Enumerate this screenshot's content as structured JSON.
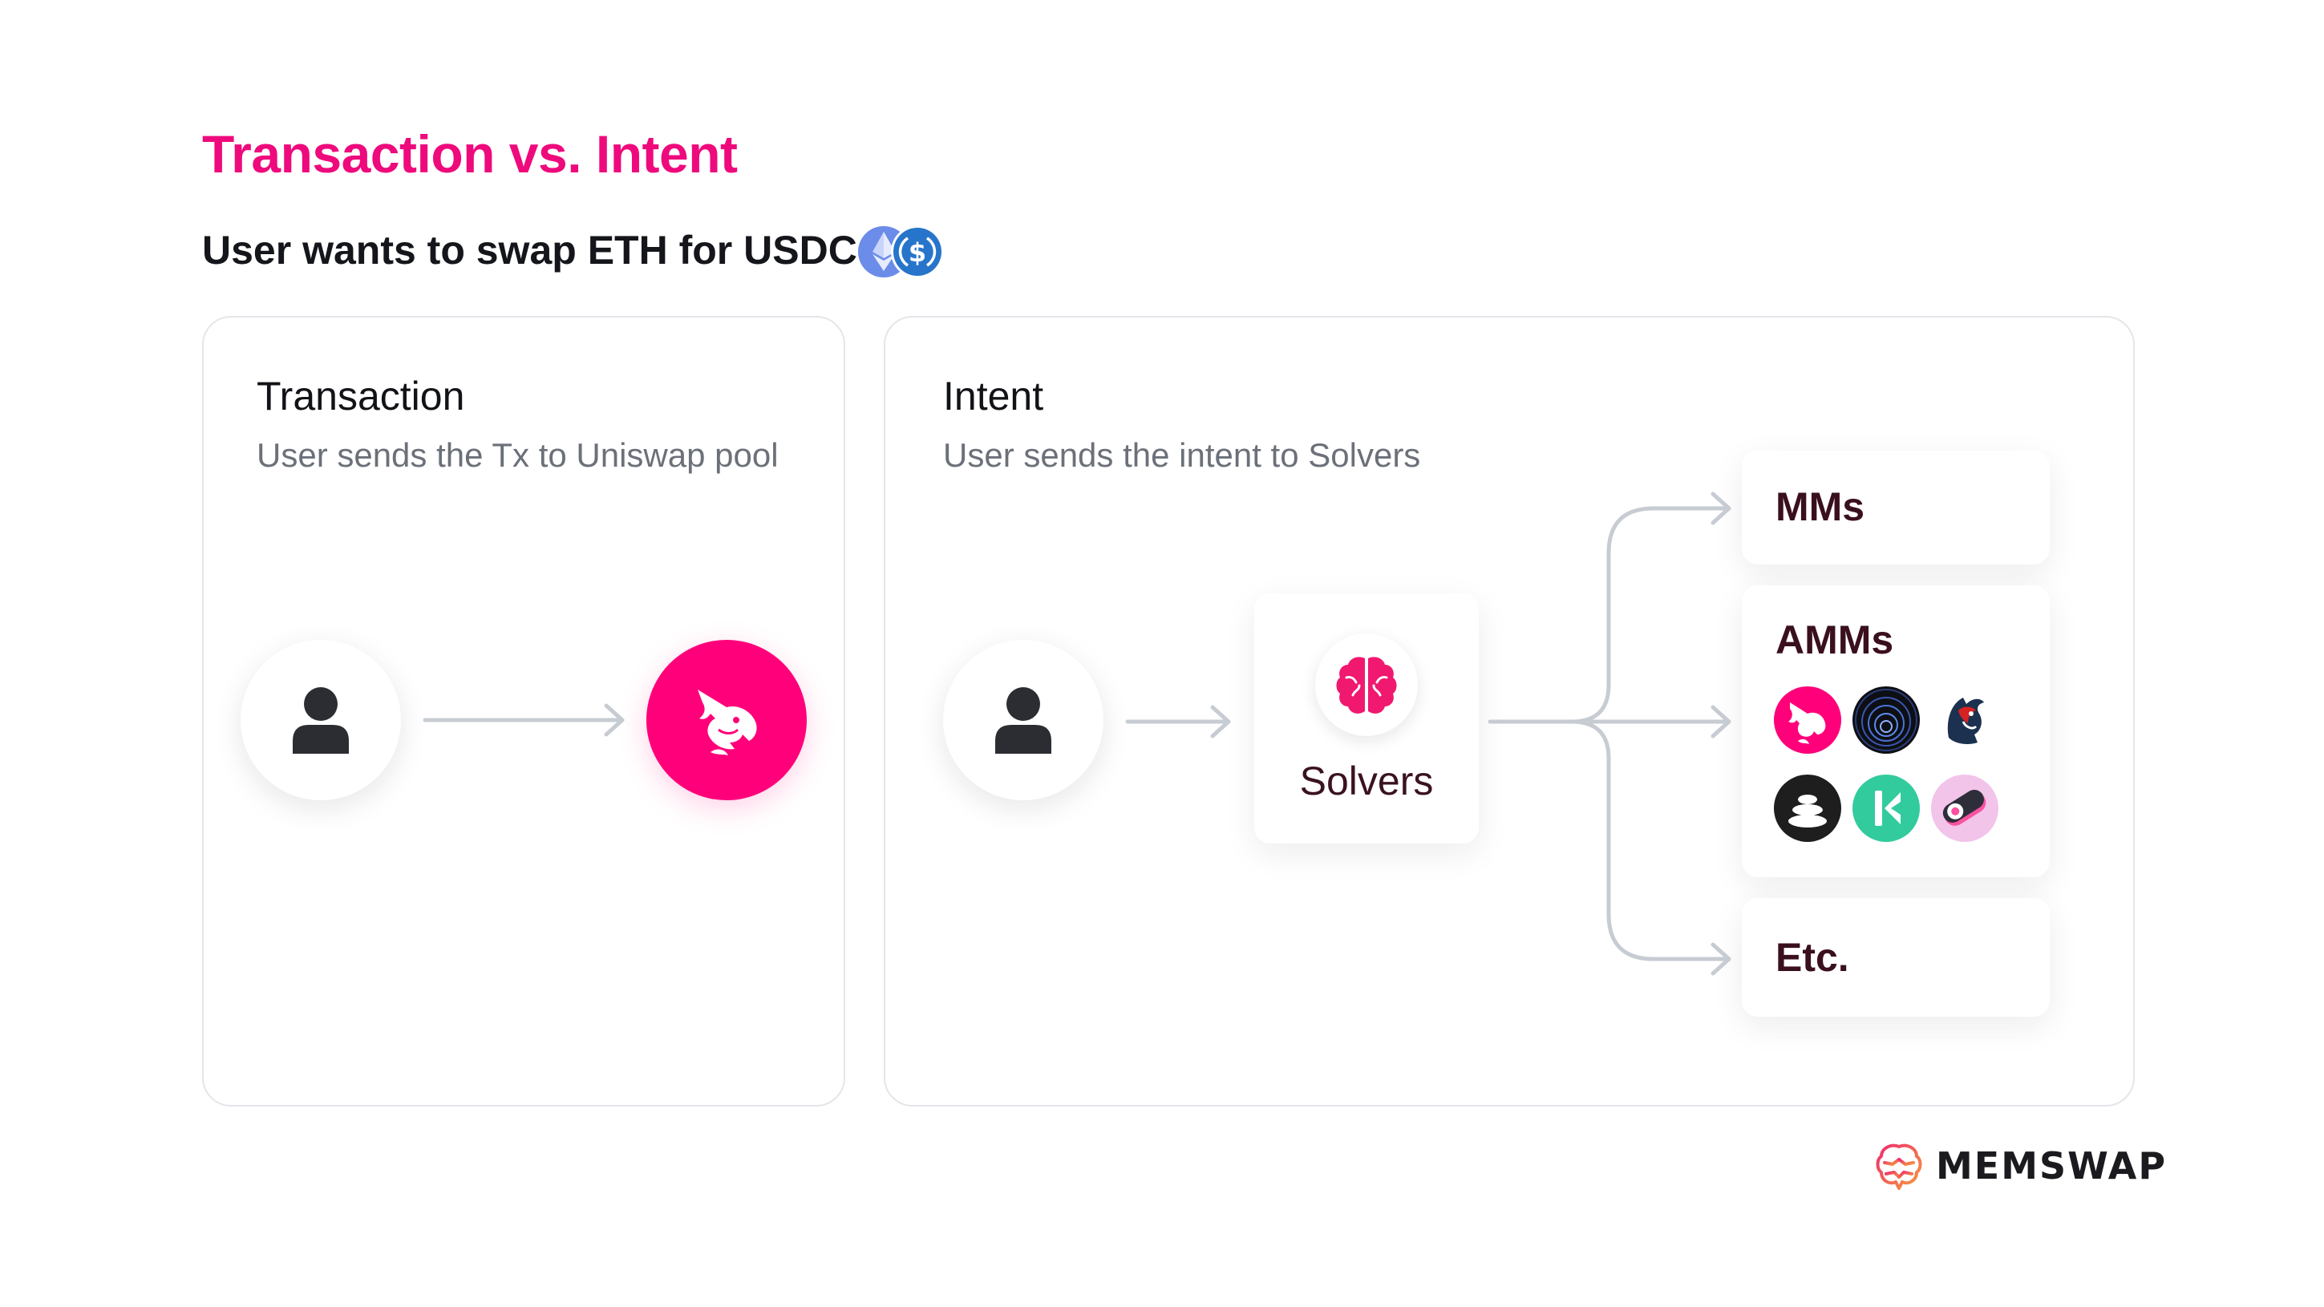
{
  "title": "Transaction vs. Intent",
  "subtitle": "User wants to swap ETH for USDC",
  "tokens": [
    "eth-icon",
    "usdc-icon"
  ],
  "transaction_panel": {
    "heading": "Transaction",
    "description": "User sends the Tx to Uniswap pool",
    "from_icon": "user-icon",
    "to_icon": "uniswap-unicorn-icon"
  },
  "intent_panel": {
    "heading": "Intent",
    "description": "User sends the intent to Solvers",
    "from_icon": "user-icon",
    "solvers": {
      "label": "Solvers",
      "icon": "brain-icon"
    },
    "destinations": [
      {
        "label": "MMs"
      },
      {
        "label": "AMMs",
        "icons": [
          "uniswap-icon",
          "curve-icon",
          "1inch-icon",
          "balancer-icon",
          "kyber-icon",
          "sushi-icon"
        ]
      },
      {
        "label": "Etc."
      }
    ]
  },
  "brand": {
    "name": "MEMSWAP",
    "icon": "memswap-brain-icon"
  },
  "colors": {
    "accent": "#ee0a7c",
    "uniswap_pink": "#ff007a",
    "heading": "#14161b",
    "muted_text": "#6b7079",
    "dest_text": "#3a0f1e",
    "arrow": "#c7ccd3",
    "panel_border": "#e4e6ea"
  }
}
